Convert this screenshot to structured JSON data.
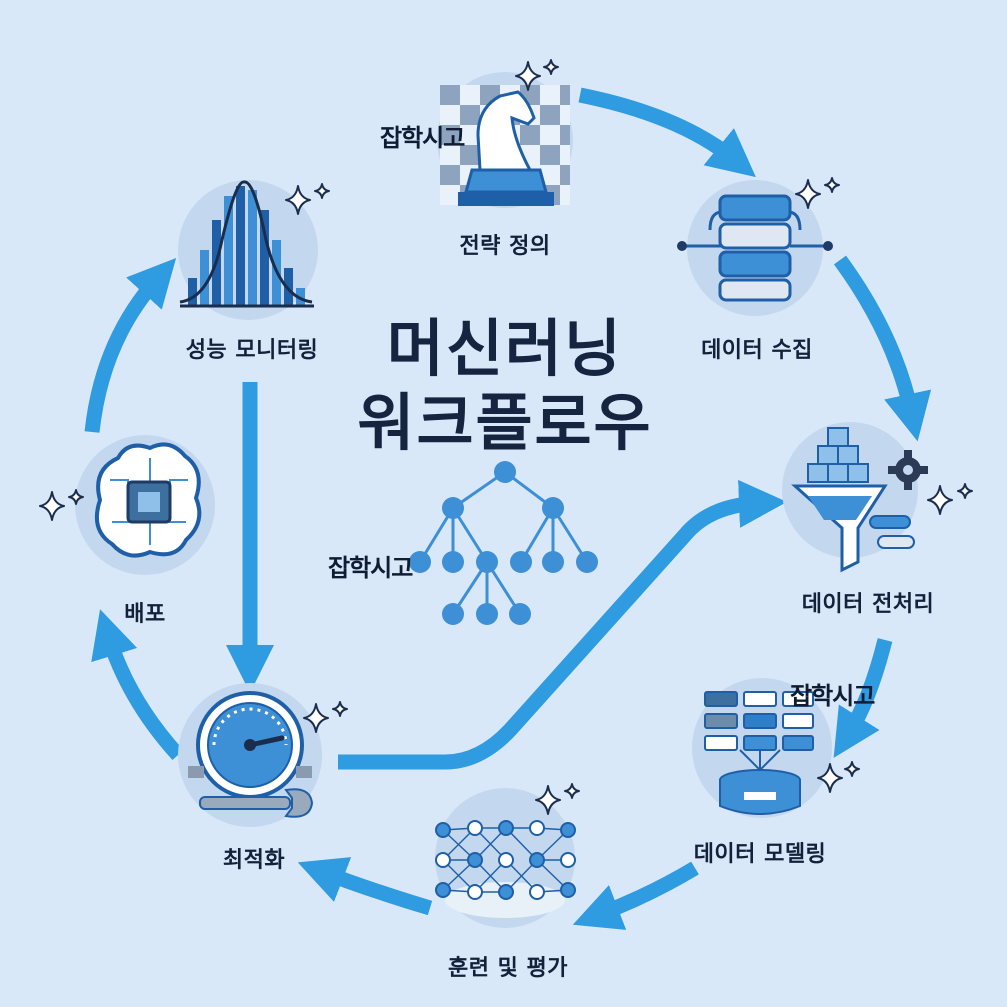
{
  "diagram": {
    "title_line1": "머신러닝",
    "title_line2": "워크플로우",
    "watermark": "잡학시고",
    "steps": [
      {
        "id": "strategy",
        "label": "전략 정의",
        "icon": "chess-knight-icon"
      },
      {
        "id": "collection",
        "label": "데이터 수집",
        "icon": "database-icon"
      },
      {
        "id": "preprocessing",
        "label": "데이터 전처리",
        "icon": "funnel-icon"
      },
      {
        "id": "modeling",
        "label": "데이터 모델링",
        "icon": "data-model-icon"
      },
      {
        "id": "training",
        "label": "훈련 및 평가",
        "icon": "neural-network-icon"
      },
      {
        "id": "optimization",
        "label": "최적화",
        "icon": "gauge-wrench-icon"
      },
      {
        "id": "deployment",
        "label": "배포",
        "icon": "brain-chip-icon"
      },
      {
        "id": "monitoring",
        "label": "성능 모니터링",
        "icon": "bell-curve-chart-icon"
      }
    ],
    "colors": {
      "background": "#d9e8f8",
      "arrow": "#2f9be0",
      "icon_circle": "#c3d8ee",
      "icon_dark": "#1e5fa8",
      "icon_mid": "#3d8fd6",
      "icon_light": "#ffffff",
      "text": "#14213a"
    }
  }
}
